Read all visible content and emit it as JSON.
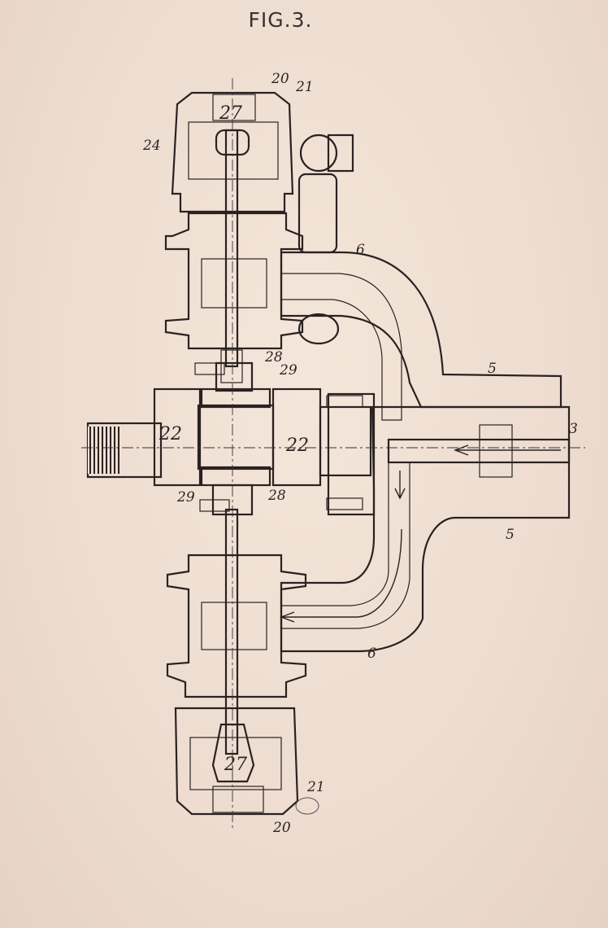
{
  "figure": {
    "title": "FIG.3.",
    "labels": {
      "l20_top": "20",
      "l21_top": "21",
      "l24": "24",
      "l27_top": "27",
      "l6_top": "6",
      "l28_top": "28",
      "l29_top": "29",
      "l5_top": "5",
      "l22_left": "22",
      "l22_right": "22",
      "l3": "3",
      "l29_bottom": "29",
      "l28_bottom": "28",
      "l5_bottom": "5",
      "l6_bottom": "6",
      "l27_bottom": "27",
      "l21_bottom": "21",
      "l20_bottom": "20"
    }
  },
  "colors": {
    "paper": "#eeddd0",
    "ink": "#2a2222"
  }
}
